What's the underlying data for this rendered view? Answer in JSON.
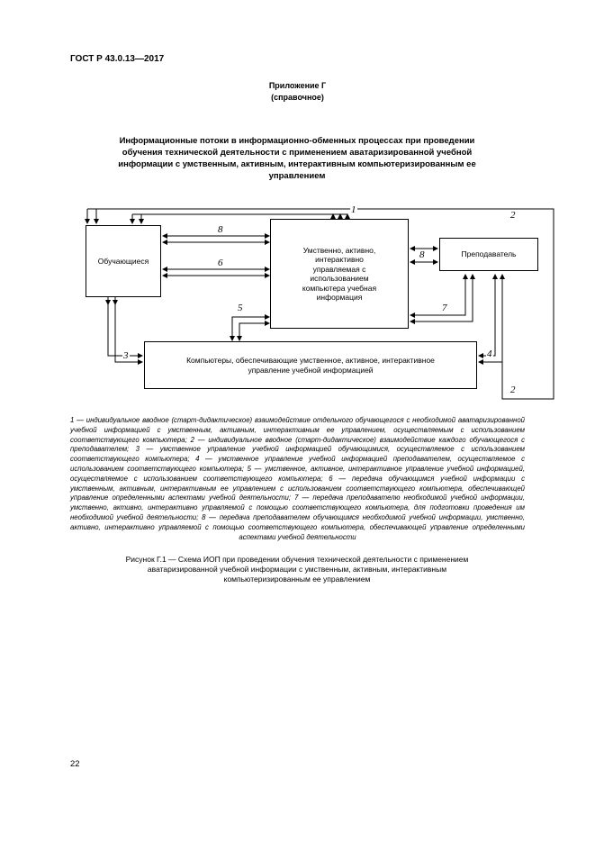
{
  "header": {
    "standard_code": "ГОСТ Р 43.0.13—2017",
    "appendix_label": "Приложение Г",
    "appendix_type": "(справочное)",
    "title": "Информационные потоки в информационно-обменных процессах при проведении обучения технической деятельности с применением аватаризированной учебной информации с умственным, активным, интерактивным компьютеризированным ее управлением"
  },
  "diagram": {
    "boxes": {
      "students": "Обучающиеся",
      "info": "Умственно, активно, интерактивно управляемая с использованием компьютера учебная информация",
      "teacher": "Преподаватель",
      "computers": "Компьютеры, обеспечивающие умственное, активное, интерактивное управление учебной информацией"
    },
    "labels": {
      "n1": "1",
      "n2_top": "2",
      "n8_left": "8",
      "n6": "6",
      "n5": "5",
      "n8_right": "8",
      "n7": "7",
      "n3": "3",
      "n4": "4",
      "n2_bottom": "2"
    }
  },
  "legend": "1 — индивидуальное вводное (старт-дидактическое) взаимодействие отдельного обучающегося с необходимой аватаризированной учебной информацией с умственным, активным, интерактивным ее управлением, осуществляемым с использованием соответствующего компьютера; 2 — индивидуальное вводное (старт-дидактическое) взаимодействие каждого обучающегося с преподавателем; 3 — умственное управление учебной информацией обучающимися, осуществляемое с использованием соответствующего компьютера; 4 — умственное управление учебной информацией преподавателем, осуществляемое с использованием соответствующего компьютера; 5 — умственное, активное, интерактивное управление учебной информацией, осуществляемое с использованием соответствующего компьютера; 6 — передача обучающимся учебной информации с умственным, активным, интерактивным ее управлением с использованием соответствующего компьютера, обеспечивающей управление определенными аспектами учебной деятельности; 7 — передача преподавателю необходимой учебной информации, умственно, активно, интерактивно управляемой с помощью соответствующего компьютера, для подготовки проведения им необходимой учебной деятельности; 8 — передача преподавателем обучающимся необходимой учебной информации, умственно, активно, интерактивно управляемой с помощью соответствующего компьютера, обеспечивающей управление определенными аспектами учебной деятельности",
  "caption": "Рисунок Г.1 — Схема ИОП при проведении обучения технической деятельности с применением аватаризированной учебной информации с умственным, активным, интерактивным компьютеризированным ее управлением",
  "footer": {
    "page_number": "22"
  }
}
